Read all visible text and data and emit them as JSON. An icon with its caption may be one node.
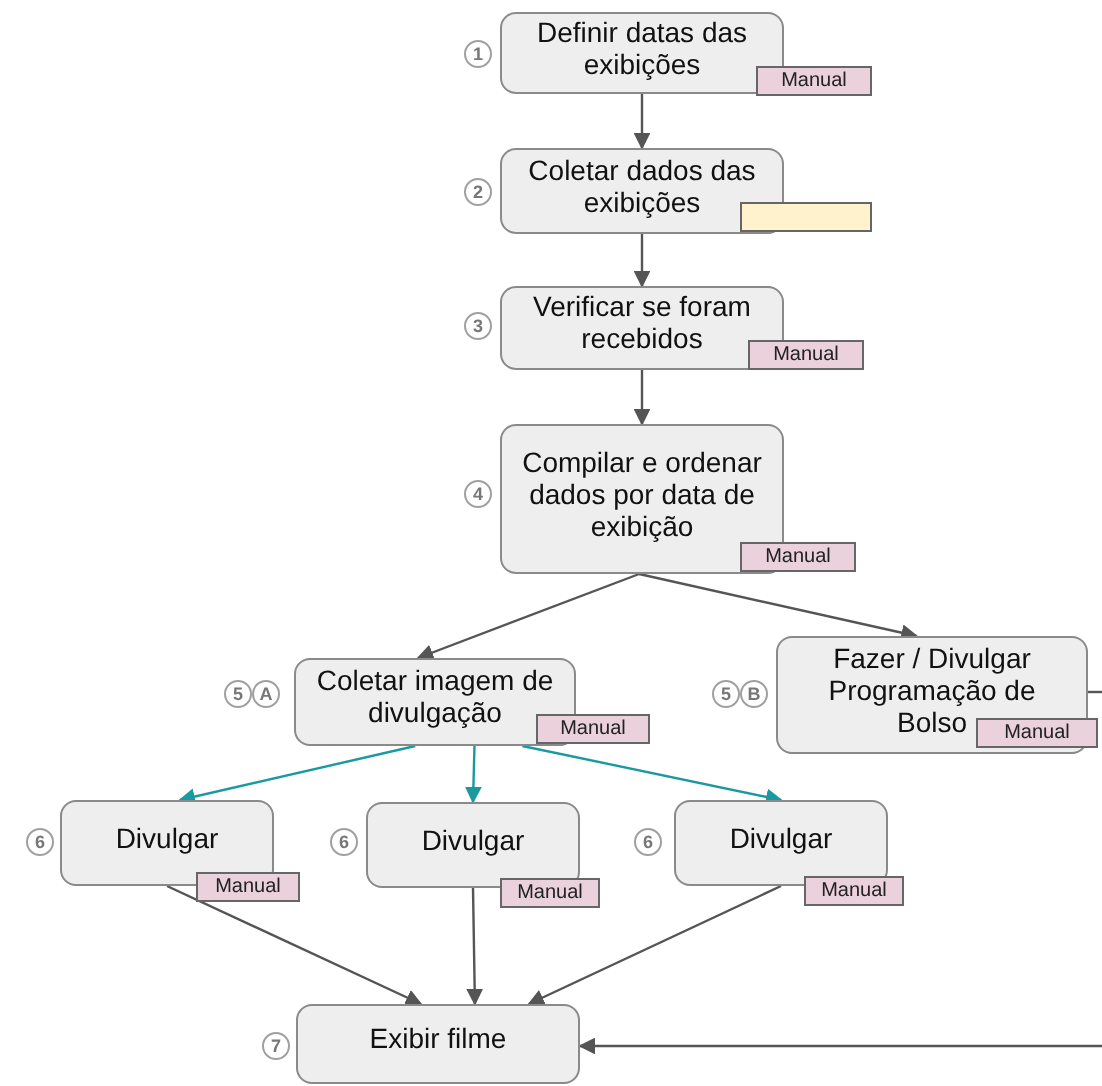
{
  "diagram": {
    "nodes": [
      {
        "text": [
          "Definir datas das exibições"
        ],
        "beside": [
          "1"
        ]
      },
      {
        "text": [
          "Manual"
        ]
      },
      {
        "text": [
          "Coletar dados das exibições"
        ],
        "beside": [
          "2"
        ]
      },
      {
        "text": [],
        "shape": "box"
      },
      {
        "text": [
          "Verificar se foram recebidos"
        ],
        "beside": [
          "3"
        ]
      },
      {
        "text": [
          "Manual"
        ]
      },
      {
        "text": [
          "Compilar e ordenar dados por data de exibição"
        ],
        "beside": [
          "4"
        ]
      },
      {
        "text": [
          "Manual"
        ]
      },
      {
        "text": [
          "Coletar imagem de divulgação"
        ],
        "beside": [
          "5",
          "A"
        ]
      },
      {
        "text": [
          "Manual"
        ]
      },
      {
        "text": [
          "Fazer / Divulgar Programação de Bolso"
        ],
        "beside": [
          "5",
          "B"
        ]
      },
      {
        "text": [
          "Manual"
        ]
      },
      {
        "text": [
          "Divulgar"
        ],
        "beside": [
          "6"
        ]
      },
      {
        "text": [
          "Manual"
        ]
      },
      {
        "text": [
          "Divulgar"
        ],
        "beside": [
          "6"
        ]
      },
      {
        "text": [
          "Manual"
        ]
      },
      {
        "text": [
          "Divulgar"
        ],
        "beside": [
          "6"
        ]
      },
      {
        "text": [
          "Manual"
        ]
      },
      {
        "text": [
          "Exibir filme"
        ],
        "beside": [
          "7"
        ]
      }
    ],
    "edges": [
      {
        "from": 0,
        "to": 2,
        "arrow": "to"
      },
      {
        "from": 2,
        "to": 4,
        "arrow": "to"
      },
      {
        "from": 4,
        "to": 6,
        "arrow": "to"
      },
      {
        "from": 6,
        "to": 8,
        "arrow": "to"
      },
      {
        "from": 6,
        "to": 10,
        "arrow": "to"
      },
      {
        "from": 8,
        "to": 12,
        "arrow": "to",
        "color": "#1a9aa0"
      },
      {
        "from": 8,
        "to": 14,
        "arrow": "to",
        "color": "#1a9aa0"
      },
      {
        "from": 8,
        "to": 16,
        "arrow": "to",
        "color": "#1a9aa0"
      },
      {
        "from": 12,
        "to": 18,
        "arrow": "to"
      },
      {
        "from": 14,
        "to": 18,
        "arrow": "to"
      },
      {
        "from": 16,
        "to": 18,
        "arrow": "to"
      },
      {
        "from": null,
        "to": 18,
        "arrow": "to"
      },
      {
        "from": 10,
        "to": null,
        "arrow": "none"
      }
    ]
  }
}
